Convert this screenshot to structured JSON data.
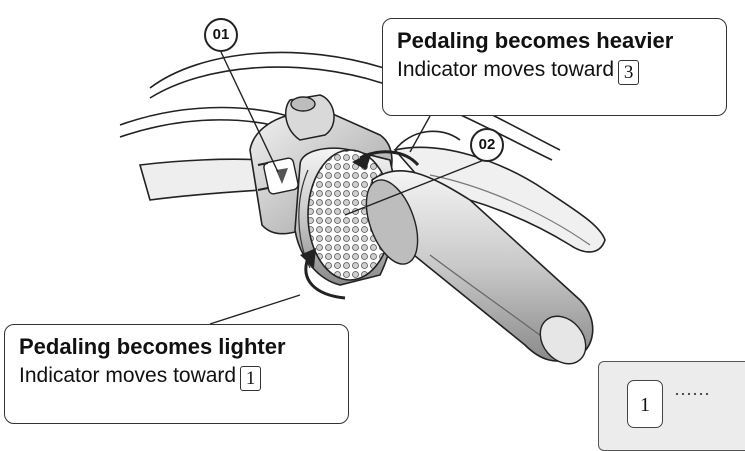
{
  "labels": {
    "part_01": "01",
    "part_02": "02"
  },
  "callouts": {
    "heavier": {
      "title": "Pedaling becomes heavier",
      "body": "Indicator moves toward",
      "indicator": "3"
    },
    "lighter": {
      "title": "Pedaling becomes lighter",
      "body": "Indicator moves toward",
      "indicator": "1"
    }
  },
  "legend": {
    "key": "1",
    "dots": "······"
  },
  "colors": {
    "line": "#222222",
    "shading": "#9a9a9a",
    "panel": "#ececec"
  }
}
